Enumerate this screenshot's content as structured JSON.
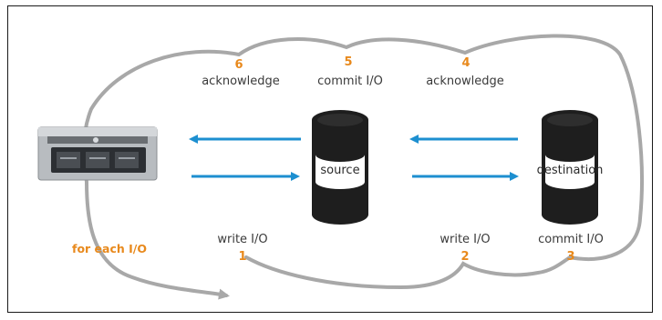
{
  "steps": [
    {
      "number": "1",
      "label": "write I/O"
    },
    {
      "number": "2",
      "label": "write I/O"
    },
    {
      "number": "3",
      "label": "commit I/O"
    },
    {
      "number": "4",
      "label": "acknowledge"
    },
    {
      "number": "5",
      "label": "commit I/O"
    },
    {
      "number": "6",
      "label": "acknowledge"
    }
  ],
  "loop_label": "for each I/O",
  "nodes": {
    "server_icon": "rack-server-icon",
    "source_label": "source",
    "destination_label": "destination"
  },
  "colors": {
    "flow_arrow": "#1d8fd0",
    "loop_path": "#a8a8a8",
    "step_number": "#e8891c",
    "cylinder": "#1e1e1e"
  }
}
